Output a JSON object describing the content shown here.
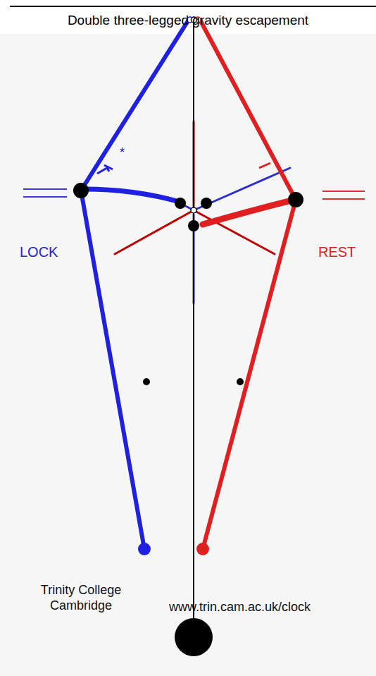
{
  "diagram": {
    "title": "Double three-legged gravity escapement",
    "labels": [
      "*",
      "LOCK",
      "REST",
      "Trinity College Cambridge",
      "www.trin.cam.ac.uk/clock"
    ]
  }
}
